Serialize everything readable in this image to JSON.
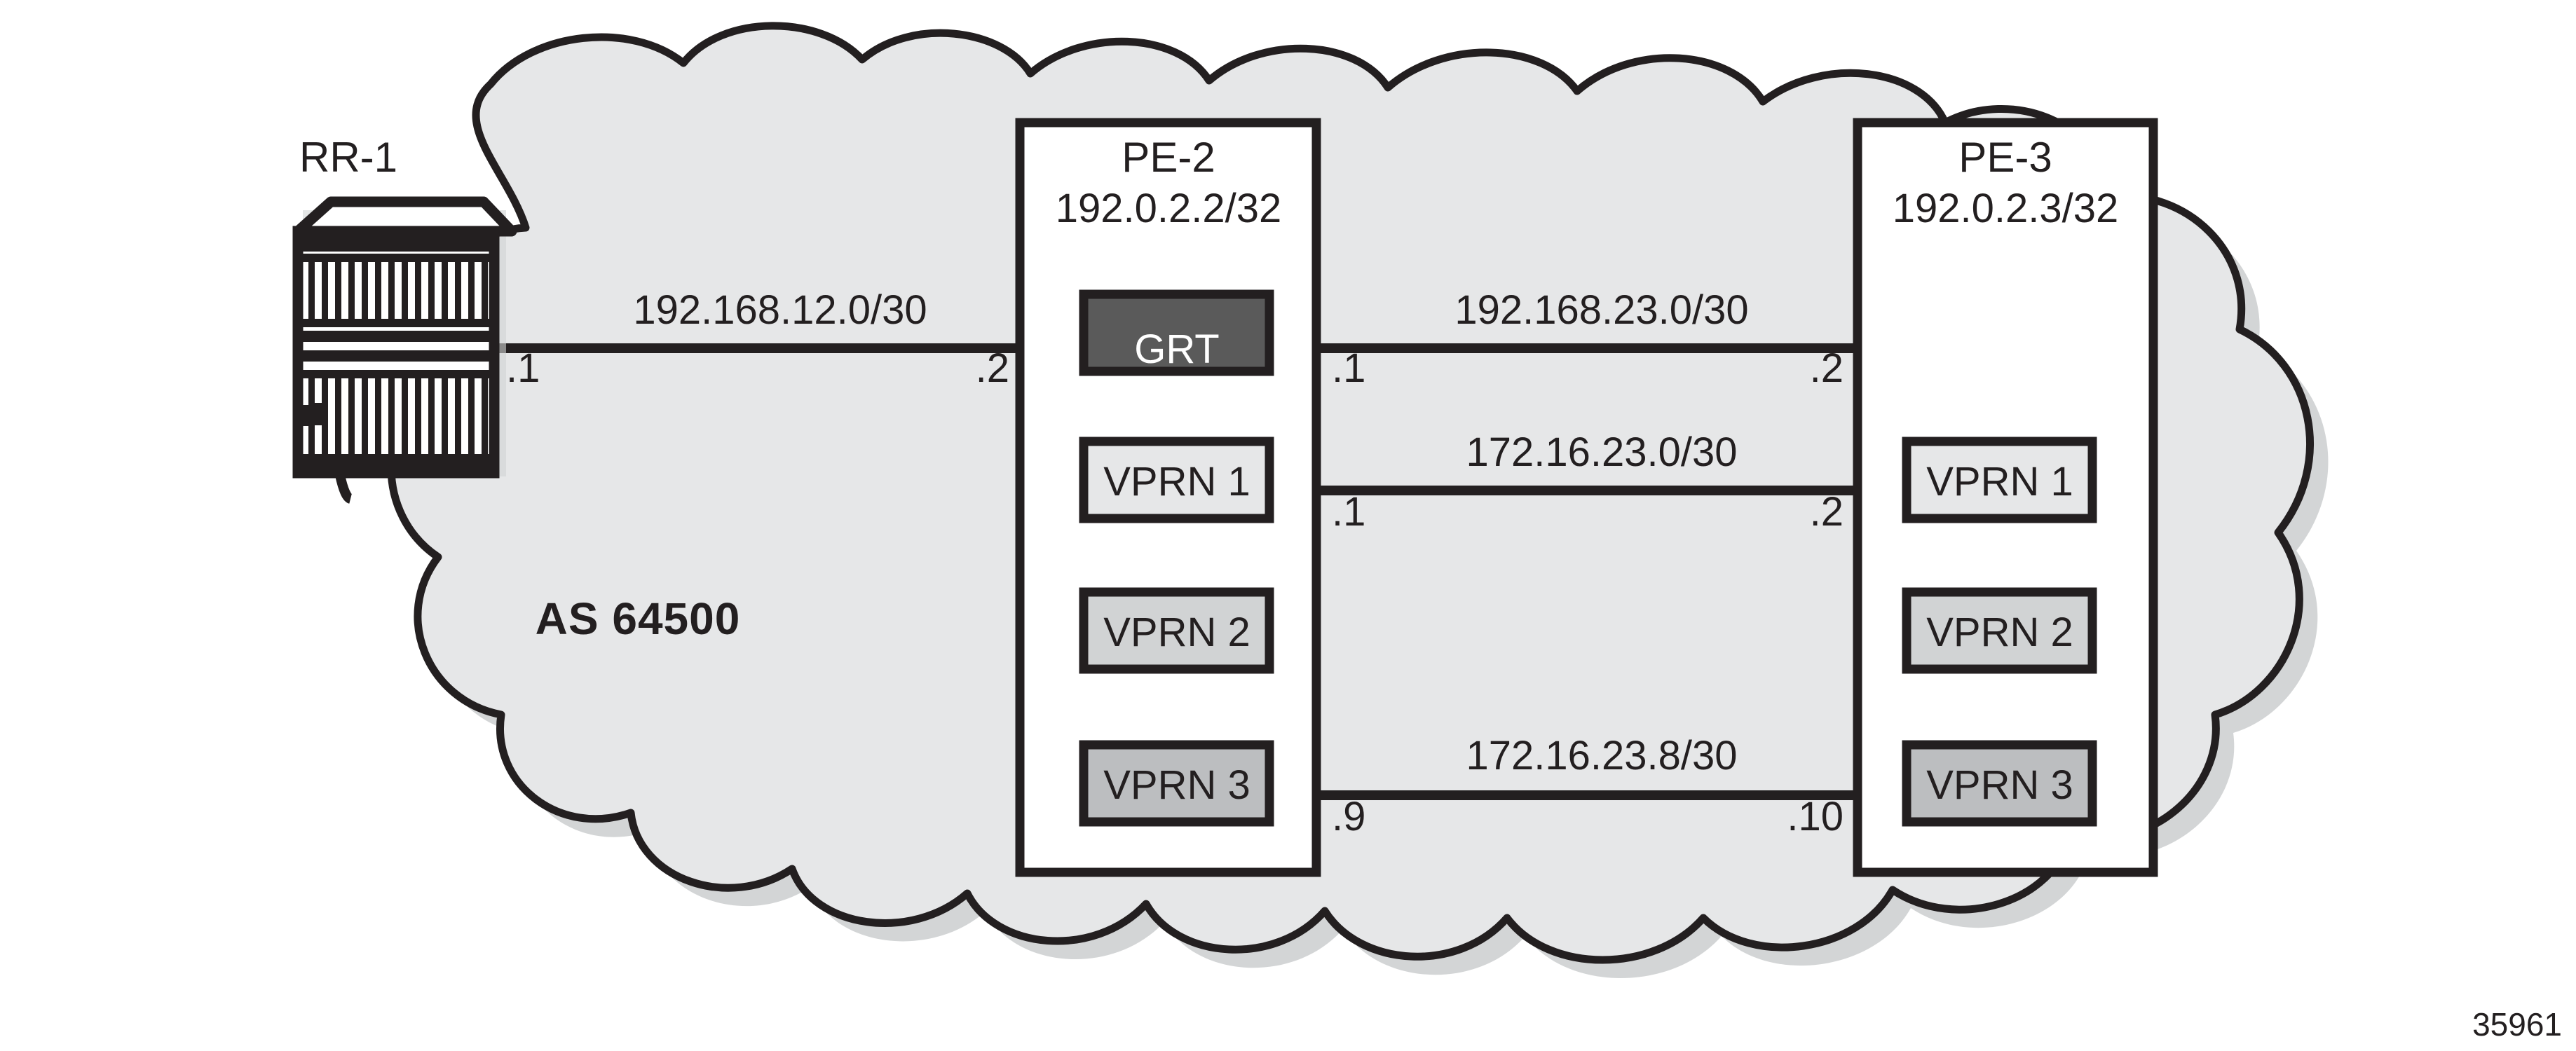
{
  "figure": {
    "number": "35961",
    "background_color": "#ffffff",
    "line_color": "#231f20",
    "cloud_fill": "#e6e7e8",
    "cloud_shadow": "#d1d3d4"
  },
  "cloud": {
    "label": "AS 64500"
  },
  "rr": {
    "name": "RR-1",
    "icon": "router-chassis-icon"
  },
  "routers": [
    {
      "id": "pe2",
      "name": "PE-2",
      "system_ip": "192.0.2.2/32",
      "services": [
        {
          "name": "GRT",
          "fill": "#5a5a5a",
          "text_color": "#ffffff"
        },
        {
          "name": "VPRN 1",
          "fill": "#e6e7e8",
          "text_color": "#231f20"
        },
        {
          "name": "VPRN 2",
          "fill": "#d1d3d4",
          "text_color": "#231f20"
        },
        {
          "name": "VPRN 3",
          "fill": "#bcbec0",
          "text_color": "#231f20"
        }
      ]
    },
    {
      "id": "pe3",
      "name": "PE-3",
      "system_ip": "192.0.2.3/32",
      "services": [
        {
          "name": "VPRN 1",
          "fill": "#e6e7e8",
          "text_color": "#231f20"
        },
        {
          "name": "VPRN 2",
          "fill": "#d1d3d4",
          "text_color": "#231f20"
        },
        {
          "name": "VPRN 3",
          "fill": "#bcbec0",
          "text_color": "#231f20"
        }
      ]
    }
  ],
  "links": [
    {
      "id": "rr1-pe2",
      "subnet": "192.168.12.0/30",
      "left_iface": ".1",
      "right_iface": ".2",
      "from": "RR-1",
      "to": "PE-2 GRT"
    },
    {
      "id": "pe2-pe3-grt",
      "subnet": "192.168.23.0/30",
      "left_iface": ".1",
      "right_iface": ".2",
      "from": "PE-2 GRT",
      "to": "PE-3"
    },
    {
      "id": "pe2-pe3-vprn1",
      "subnet": "172.16.23.0/30",
      "left_iface": ".1",
      "right_iface": ".2",
      "from": "PE-2 VPRN 1",
      "to": "PE-3 VPRN 1"
    },
    {
      "id": "pe2-pe3-vprn3",
      "subnet": "172.16.23.8/30",
      "left_iface": ".9",
      "right_iface": ".10",
      "from": "PE-2 VPRN 3",
      "to": "PE-3 VPRN 3"
    }
  ]
}
